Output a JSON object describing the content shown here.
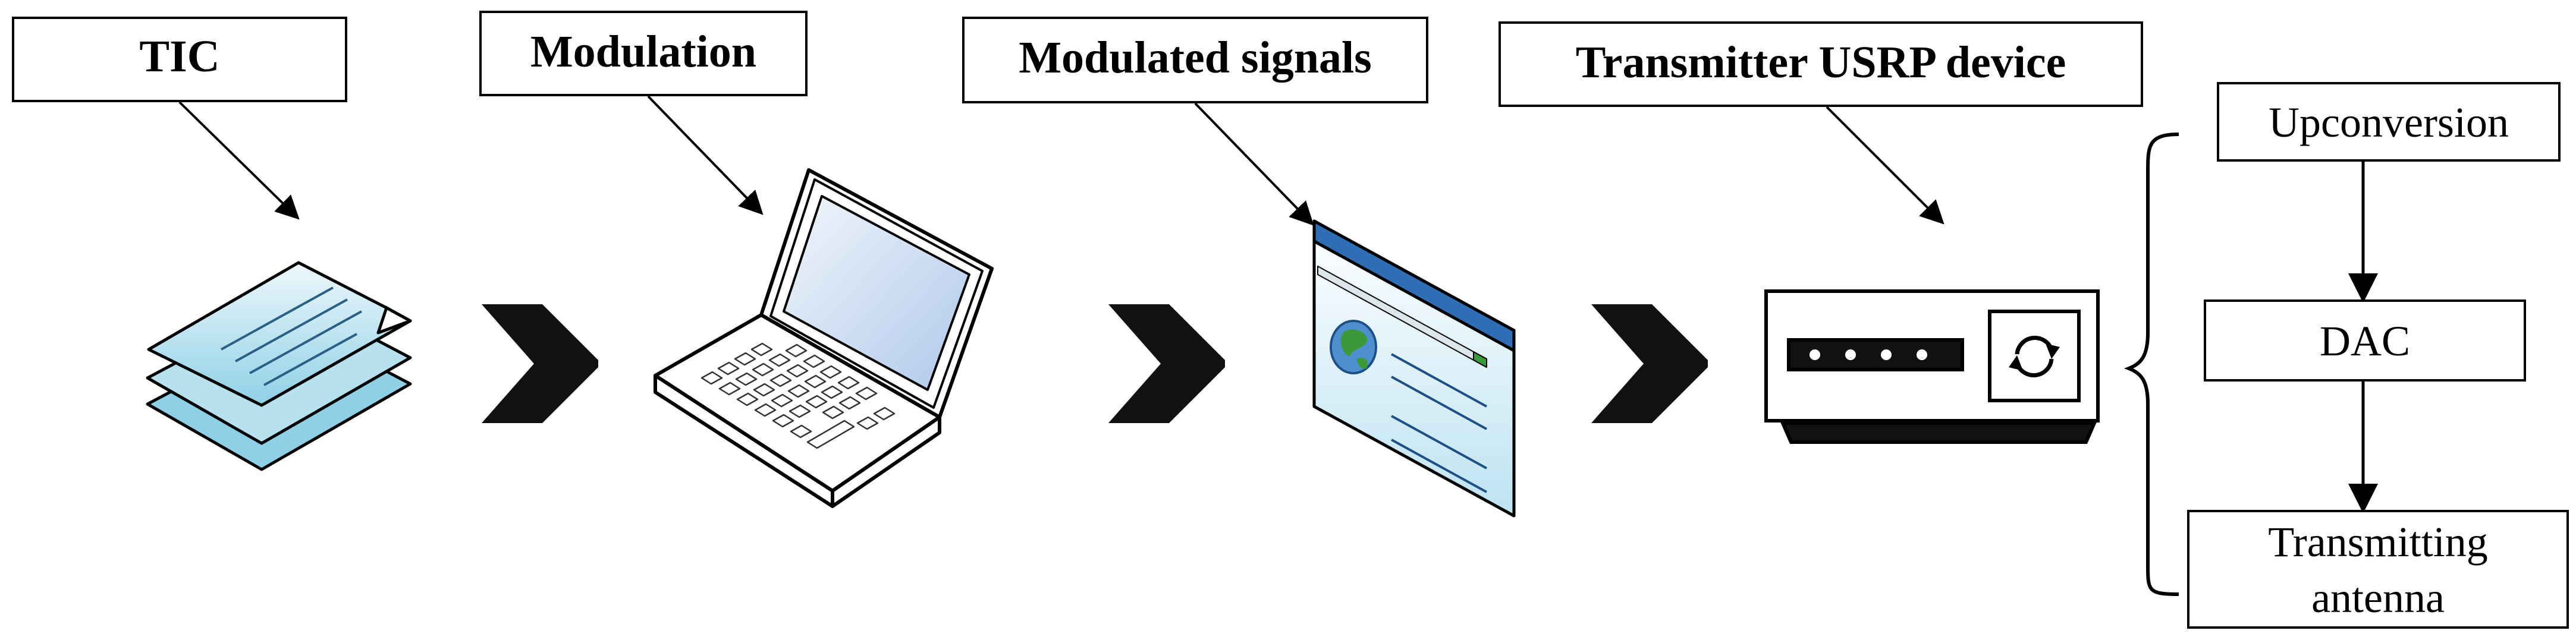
{
  "labels": {
    "tic": "TIC",
    "modulation": "Modulation",
    "modulated_signals": "Modulated signals",
    "transmitter": "Transmitter USRP device"
  },
  "steps": {
    "upconversion": "Upconversion",
    "dac": "DAC",
    "antenna_line1": "Transmitting",
    "antenna_line2": "antenna"
  },
  "icons": [
    "document-stack-icon",
    "laptop-icon",
    "browser-window-icon",
    "usrp-device-icon",
    "double-chevron-icon"
  ],
  "colors": {
    "line": "#000000",
    "doc_fill": "#dbeff8",
    "doc_fill_dark": "#8fd0e6",
    "screen": "#d6e4f5",
    "window_bar": "#2f6db5",
    "globe_green": "#3a9a3a"
  }
}
